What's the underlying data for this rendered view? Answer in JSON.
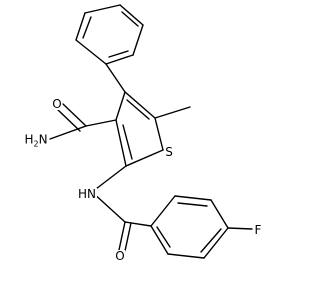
{
  "molecule": {
    "atom_labels": {
      "oxygen_amide": "O",
      "amine": "H2N",
      "sulfur": "S",
      "nh": "HN",
      "oxygen_benzoyl": "O",
      "fluorine": "F"
    }
  },
  "colors": {
    "ink": "#000000",
    "background": "#ffffff"
  }
}
